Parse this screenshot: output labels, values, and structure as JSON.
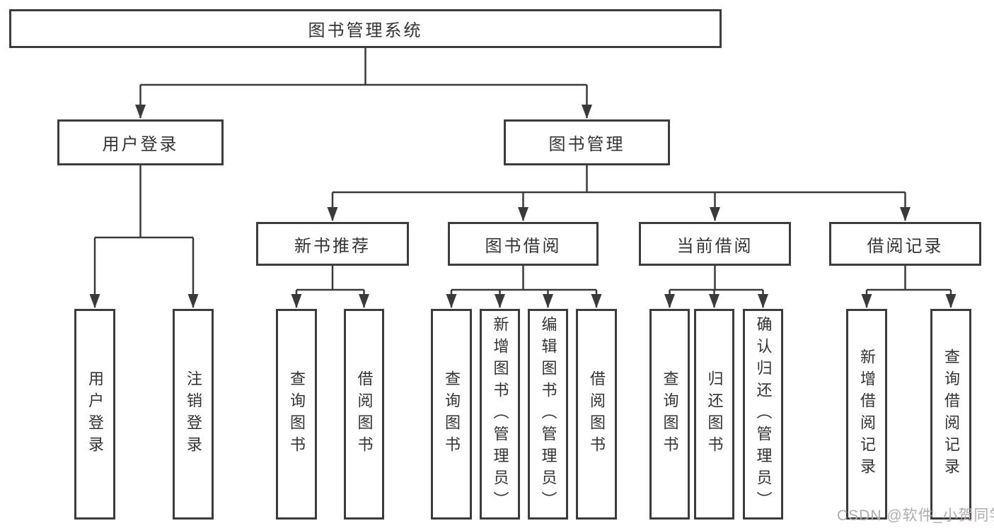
{
  "colors": {
    "background": "#ffffff",
    "line": "#3a3a3a",
    "box_border": "#3c3c3c",
    "text": "#333333",
    "watermark": "#b3aaac"
  },
  "watermark": "CSDN @软件_小贺同学",
  "tree": {
    "root": {
      "label": "图书管理系统"
    },
    "branches": [
      {
        "label": "用户登录",
        "children": [
          {
            "label": "用户登录"
          },
          {
            "label": "注销登录"
          }
        ]
      },
      {
        "label": "图书管理",
        "children": [
          {
            "label": "新书推荐",
            "children": [
              {
                "label": "查询图书"
              },
              {
                "label": "借阅图书"
              }
            ]
          },
          {
            "label": "图书借阅",
            "children": [
              {
                "label": "查询图书"
              },
              {
                "label": "新增图书（管理员）"
              },
              {
                "label": "编辑图书（管理员）"
              },
              {
                "label": "借阅图书"
              }
            ]
          },
          {
            "label": "当前借阅",
            "children": [
              {
                "label": "查询图书"
              },
              {
                "label": "归还图书"
              },
              {
                "label": "确认归还（管理员）"
              }
            ]
          },
          {
            "label": "借阅记录",
            "children": [
              {
                "label": "新增借阅记录"
              },
              {
                "label": "查询借阅记录"
              }
            ]
          }
        ]
      }
    ]
  }
}
